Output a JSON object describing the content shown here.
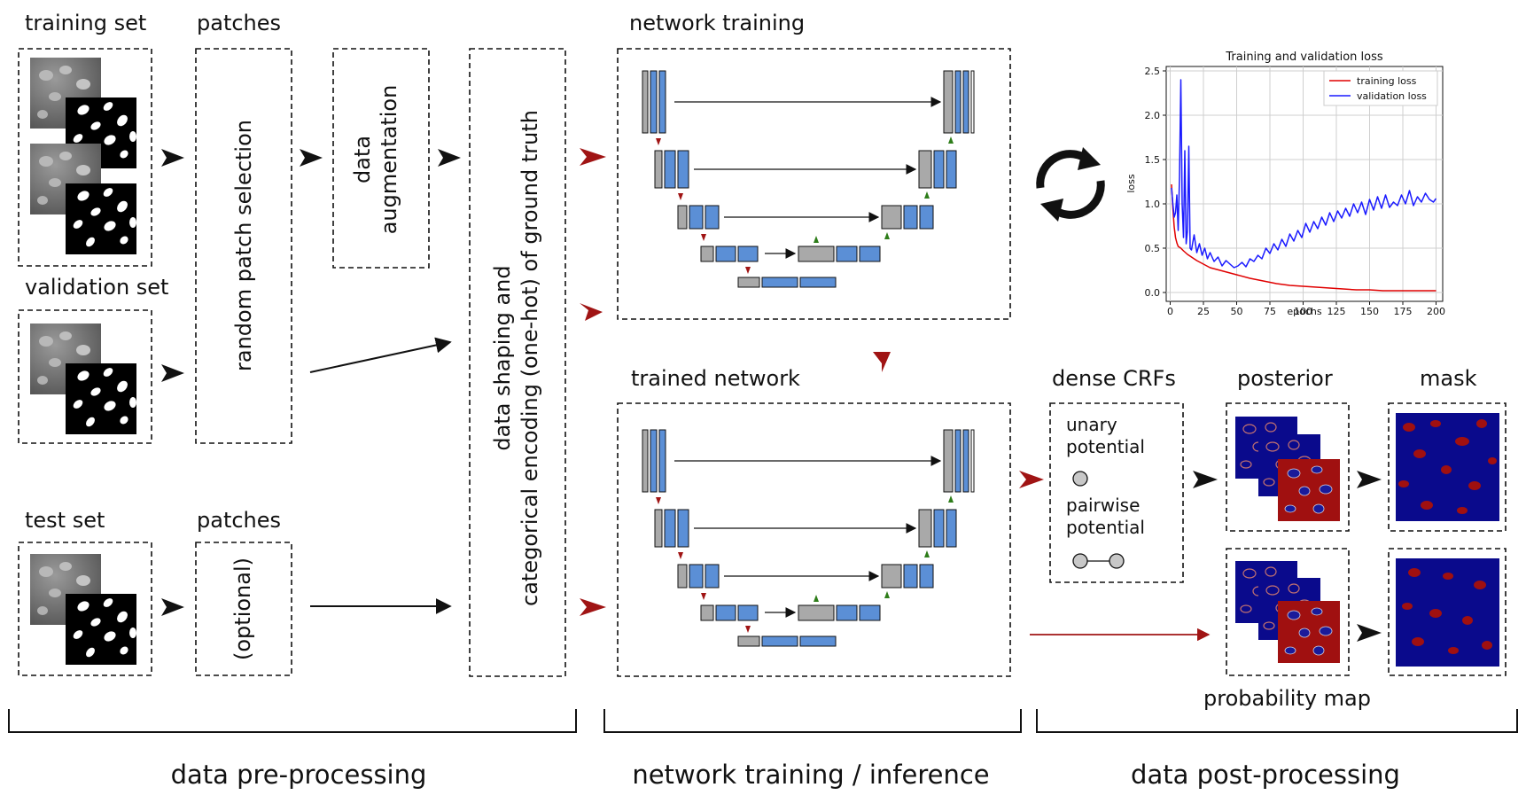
{
  "labels": {
    "training_set": "training set",
    "validation_set": "validation set",
    "test_set": "test set",
    "patches_top": "patches",
    "patches_bottom": "patches",
    "random_patch_selection": "random patch selection",
    "data_augmentation_line1": "data",
    "data_augmentation_line2": "augmentation",
    "optional": "(optional)",
    "encoding_line1": "data shaping and",
    "encoding_line2": "categorical encoding (one-hot) of ground truth",
    "network_training": "network training",
    "trained_network": "trained network",
    "dense_crfs": "dense CRFs",
    "unary_line1": "unary",
    "unary_line2": "potential",
    "pairwise_line1": "pairwise",
    "pairwise_line2": "potential",
    "posterior": "posterior",
    "mask": "mask",
    "probability_map": "probability map",
    "stage_preprocessing": "data pre-processing",
    "stage_training": "network training / inference",
    "stage_postprocessing": "data post-processing"
  },
  "colors": {
    "unet_gray": "#a9a9a9",
    "unet_blue": "#5b8fd6",
    "arrow_red": "#a01414",
    "arrow_green": "#2e7d1a",
    "prob_red": "#a01010",
    "prob_blue": "#0a0a8c",
    "train_line": "#e00000",
    "val_line": "#1a1aff"
  },
  "chart_data": {
    "type": "line",
    "title": "Training and validation loss",
    "xlabel": "epochs",
    "ylabel": "loss",
    "xlim": [
      -3,
      205
    ],
    "ylim": [
      -0.1,
      2.55
    ],
    "xticks": [
      0,
      25,
      50,
      75,
      100,
      125,
      150,
      175,
      200
    ],
    "yticks": [
      0.0,
      0.5,
      1.0,
      1.5,
      2.0,
      2.5
    ],
    "grid": true,
    "legend": "top-right",
    "series": [
      {
        "name": "training loss",
        "color": "#e00000",
        "x": [
          1,
          2,
          3,
          4,
          5,
          6,
          8,
          10,
          13,
          16,
          20,
          25,
          30,
          40,
          50,
          60,
          70,
          80,
          90,
          100,
          110,
          120,
          130,
          140,
          150,
          160,
          170,
          180,
          190,
          200
        ],
        "y": [
          1.22,
          0.95,
          0.74,
          0.62,
          0.56,
          0.52,
          0.5,
          0.47,
          0.43,
          0.4,
          0.36,
          0.32,
          0.28,
          0.24,
          0.2,
          0.16,
          0.13,
          0.1,
          0.08,
          0.07,
          0.06,
          0.05,
          0.04,
          0.03,
          0.03,
          0.02,
          0.02,
          0.02,
          0.02,
          0.02
        ]
      },
      {
        "name": "validation loss",
        "color": "#1a1aff",
        "x": [
          1,
          2,
          3,
          4,
          5,
          6,
          7,
          8,
          9,
          10,
          11,
          12,
          13,
          14,
          15,
          16,
          18,
          20,
          22,
          24,
          26,
          28,
          30,
          33,
          36,
          39,
          42,
          45,
          48,
          51,
          54,
          57,
          60,
          63,
          66,
          69,
          72,
          75,
          78,
          81,
          84,
          87,
          90,
          93,
          96,
          99,
          102,
          105,
          108,
          111,
          114,
          117,
          120,
          123,
          126,
          129,
          132,
          135,
          138,
          141,
          144,
          147,
          150,
          153,
          156,
          159,
          162,
          165,
          168,
          171,
          174,
          177,
          180,
          183,
          186,
          189,
          192,
          195,
          198,
          200
        ],
        "y": [
          1.18,
          1.0,
          0.85,
          0.9,
          1.1,
          0.7,
          1.3,
          2.4,
          1.0,
          0.62,
          1.6,
          0.55,
          0.7,
          1.65,
          0.5,
          0.48,
          0.65,
          0.45,
          0.55,
          0.42,
          0.5,
          0.38,
          0.45,
          0.35,
          0.4,
          0.3,
          0.36,
          0.32,
          0.28,
          0.3,
          0.34,
          0.29,
          0.38,
          0.35,
          0.42,
          0.38,
          0.5,
          0.44,
          0.55,
          0.48,
          0.6,
          0.52,
          0.66,
          0.58,
          0.7,
          0.62,
          0.78,
          0.68,
          0.8,
          0.72,
          0.85,
          0.76,
          0.9,
          0.8,
          0.92,
          0.84,
          0.95,
          0.86,
          1.0,
          0.9,
          1.02,
          0.88,
          1.05,
          0.93,
          1.08,
          0.95,
          1.1,
          0.96,
          1.02,
          0.98,
          1.1,
          1.0,
          1.15,
          0.98,
          1.08,
          1.02,
          1.12,
          1.05,
          1.02,
          1.06
        ]
      }
    ]
  }
}
